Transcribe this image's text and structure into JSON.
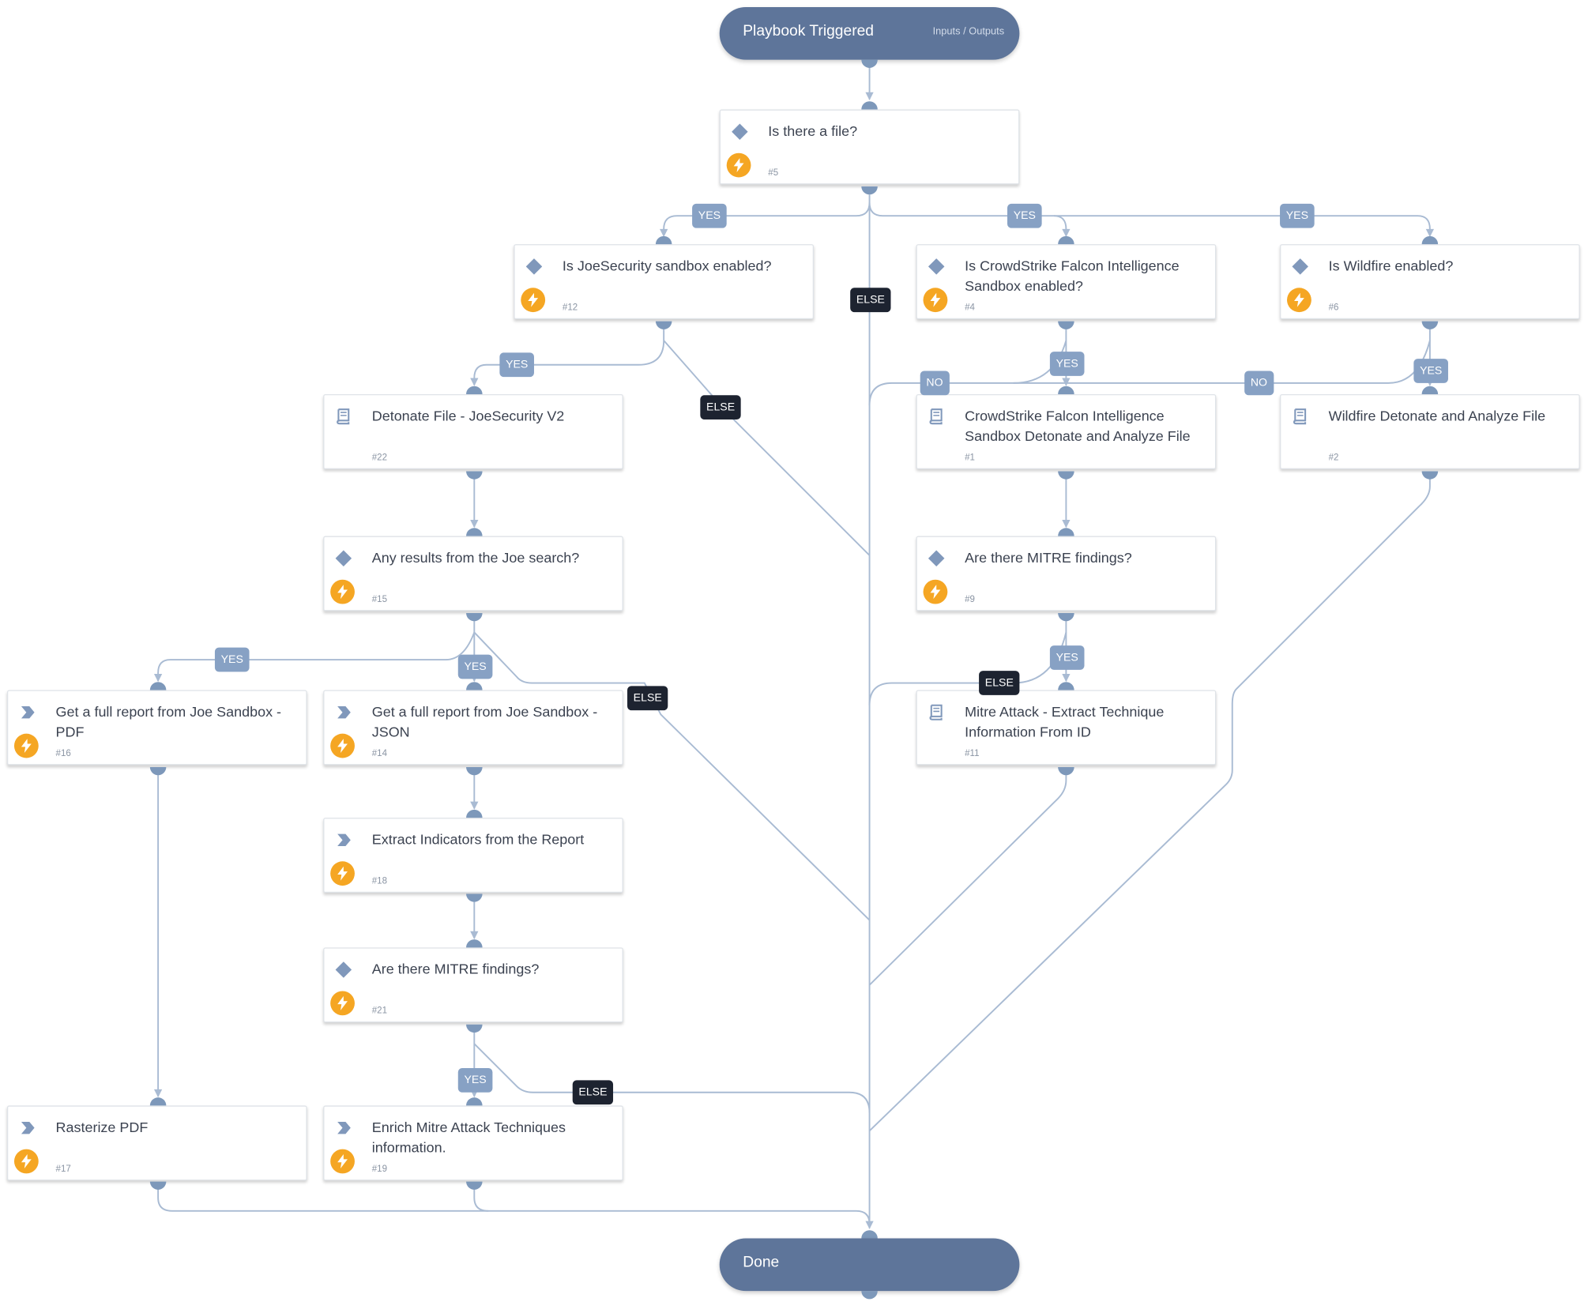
{
  "start": {
    "title": "Playbook Triggered",
    "link": "Inputs / Outputs"
  },
  "end": {
    "title": "Done"
  },
  "tasks": {
    "t5": {
      "title": "Is there a file?",
      "id": "#5"
    },
    "t12": {
      "title": "Is JoeSecurity sandbox enabled?",
      "id": "#12"
    },
    "t4": {
      "title": "Is CrowdStrike Falcon Intelligence Sandbox enabled?",
      "id": "#4"
    },
    "t6": {
      "title": "Is Wildfire enabled?",
      "id": "#6"
    },
    "t22": {
      "title": "Detonate File - JoeSecurity V2",
      "id": "#22"
    },
    "t1": {
      "title": "CrowdStrike Falcon Intelligence Sandbox Detonate and Analyze File",
      "id": "#1"
    },
    "t2": {
      "title": "Wildfire Detonate and Analyze File",
      "id": "#2"
    },
    "t15": {
      "title": "Any results from the Joe search?",
      "id": "#15"
    },
    "t9": {
      "title": "Are there MITRE findings?",
      "id": "#9"
    },
    "t16": {
      "title": "Get a full report from Joe Sandbox - PDF",
      "id": "#16"
    },
    "t14": {
      "title": "Get a full report from Joe Sandbox - JSON",
      "id": "#14"
    },
    "t11": {
      "title": "Mitre Attack - Extract Technique Information From ID",
      "id": "#11"
    },
    "t18": {
      "title": "Extract Indicators from the Report",
      "id": "#18"
    },
    "t21": {
      "title": "Are there MITRE findings?",
      "id": "#21"
    },
    "t17": {
      "title": "Rasterize PDF",
      "id": "#17"
    },
    "t19": {
      "title": "Enrich Mitre Attack Techniques information.",
      "id": "#19"
    }
  },
  "labels": {
    "yes": "YES",
    "no": "NO",
    "else": "ELSE"
  },
  "colors": {
    "edge": "#a9bbd3",
    "port": "#7d98ba",
    "pill": "#5e759a",
    "condition_label": "#87a1c4",
    "else_label": "#1d2330",
    "automation_badge": "#f5a623"
  },
  "icons": {
    "condition": "diamond-icon",
    "playbook": "book-icon",
    "command": "chevron-icon",
    "automation": "lightning-icon"
  }
}
